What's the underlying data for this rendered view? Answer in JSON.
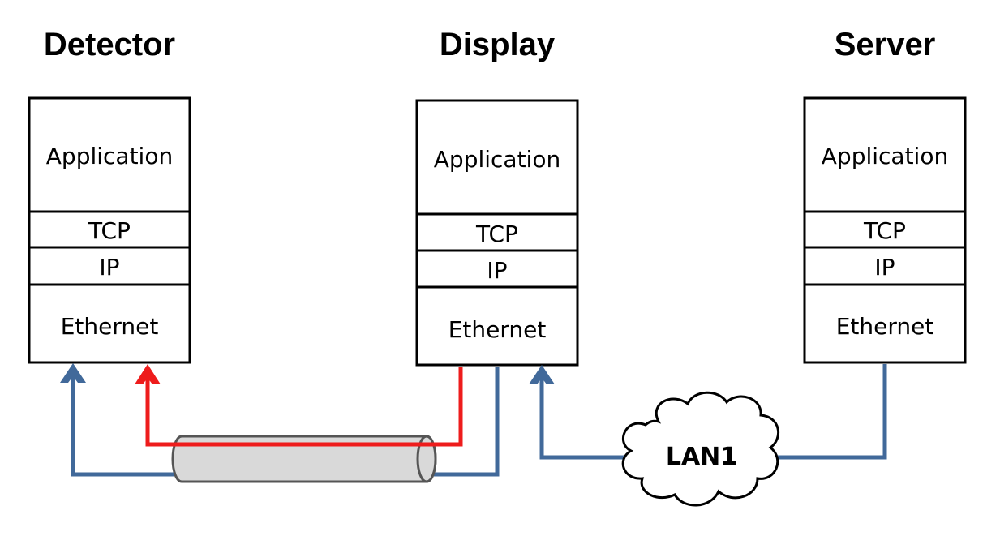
{
  "nodes": [
    {
      "title": "Detector",
      "layers": [
        "Application",
        "TCP",
        "IP",
        "Ethernet"
      ]
    },
    {
      "title": "Display",
      "layers": [
        "Application",
        "TCP",
        "IP",
        "Ethernet"
      ]
    },
    {
      "title": "Server",
      "layers": [
        "Application",
        "TCP",
        "IP",
        "Ethernet"
      ]
    }
  ],
  "network": {
    "cloud_label": "LAN1"
  },
  "colors": {
    "blue_link": "#41699a",
    "red_link": "#ee1c1c",
    "cable_fill": "#d9d9d9",
    "cable_stroke": "#555555",
    "cloud_fill": "#ffffff",
    "cloud_stroke": "#000000"
  }
}
